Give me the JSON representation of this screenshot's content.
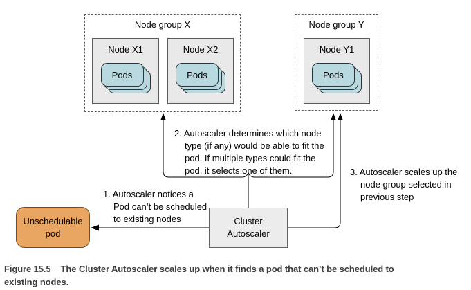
{
  "diagram": {
    "node_group_x": {
      "label": "Node group X",
      "nodes": [
        {
          "label": "Node X1",
          "pods_label": "Pods"
        },
        {
          "label": "Node X2",
          "pods_label": "Pods"
        }
      ]
    },
    "node_group_y": {
      "label": "Node group Y",
      "nodes": [
        {
          "label": "Node Y1",
          "pods_label": "Pods"
        }
      ]
    },
    "cluster_autoscaler": {
      "line1": "Cluster",
      "line2": "Autoscaler"
    },
    "unschedulable_pod": {
      "line1": "Unschedulable",
      "line2": "pod"
    },
    "annotations": {
      "step1": {
        "lines": [
          "1. Autoscaler notices a",
          "Pod can’t be scheduled",
          "to existing nodes"
        ]
      },
      "step2": {
        "lines": [
          "2. Autoscaler determines which node",
          "type (if any) would be able to fit the",
          "pod. If multiple types could fit the",
          "pod, it selects one of them."
        ]
      },
      "step3": {
        "lines": [
          "3. Autoscaler scales up the",
          "node group selected in",
          "previous step"
        ]
      }
    },
    "colors": {
      "pod_fill": "#b9d9e1",
      "pod_border": "#2e3538",
      "node_fill": "#e9e9e9",
      "node_border": "#5a5a5a",
      "cluster_fill": "#ececec",
      "unschedulable_fill": "#e8a662",
      "unschedulable_border": "#6b4f22",
      "arrow_line": "#000000",
      "caption_text": "#3d3d3d"
    }
  },
  "caption": {
    "label": "Figure 15.5",
    "lines": [
      "The Cluster Autoscaler scales up when it finds a pod that can’t be scheduled to",
      "existing nodes."
    ]
  }
}
